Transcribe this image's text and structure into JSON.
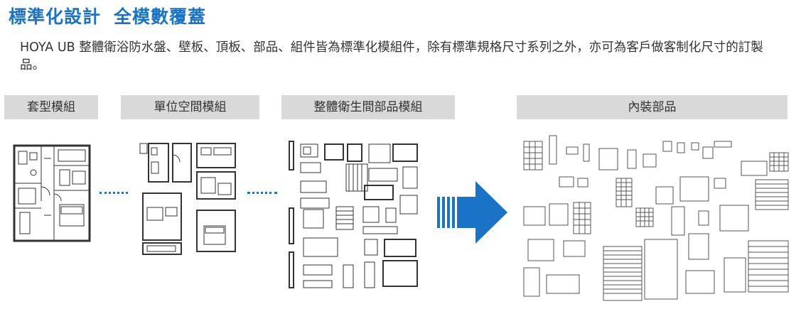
{
  "title": {
    "part1": "標準化設計",
    "part2": "全模數覆蓋"
  },
  "description": "HOYA UB 整體衛浴防水盤、壁板、頂板、部品、組件皆為標準化模組件，除有標準規格尺寸系列之外，亦可為客戶做客制化尺寸的訂製品。",
  "categories": [
    {
      "label": "套型模組"
    },
    {
      "label": "單位空間模組"
    },
    {
      "label": "整體衛生間部品模組"
    },
    {
      "label": "內裝部品"
    }
  ],
  "colors": {
    "accent": "#1a73c7",
    "label_bg": "#d9d9d9",
    "text": "#333333",
    "line": "#333333"
  },
  "icons": [
    "arrow-right-icon"
  ]
}
